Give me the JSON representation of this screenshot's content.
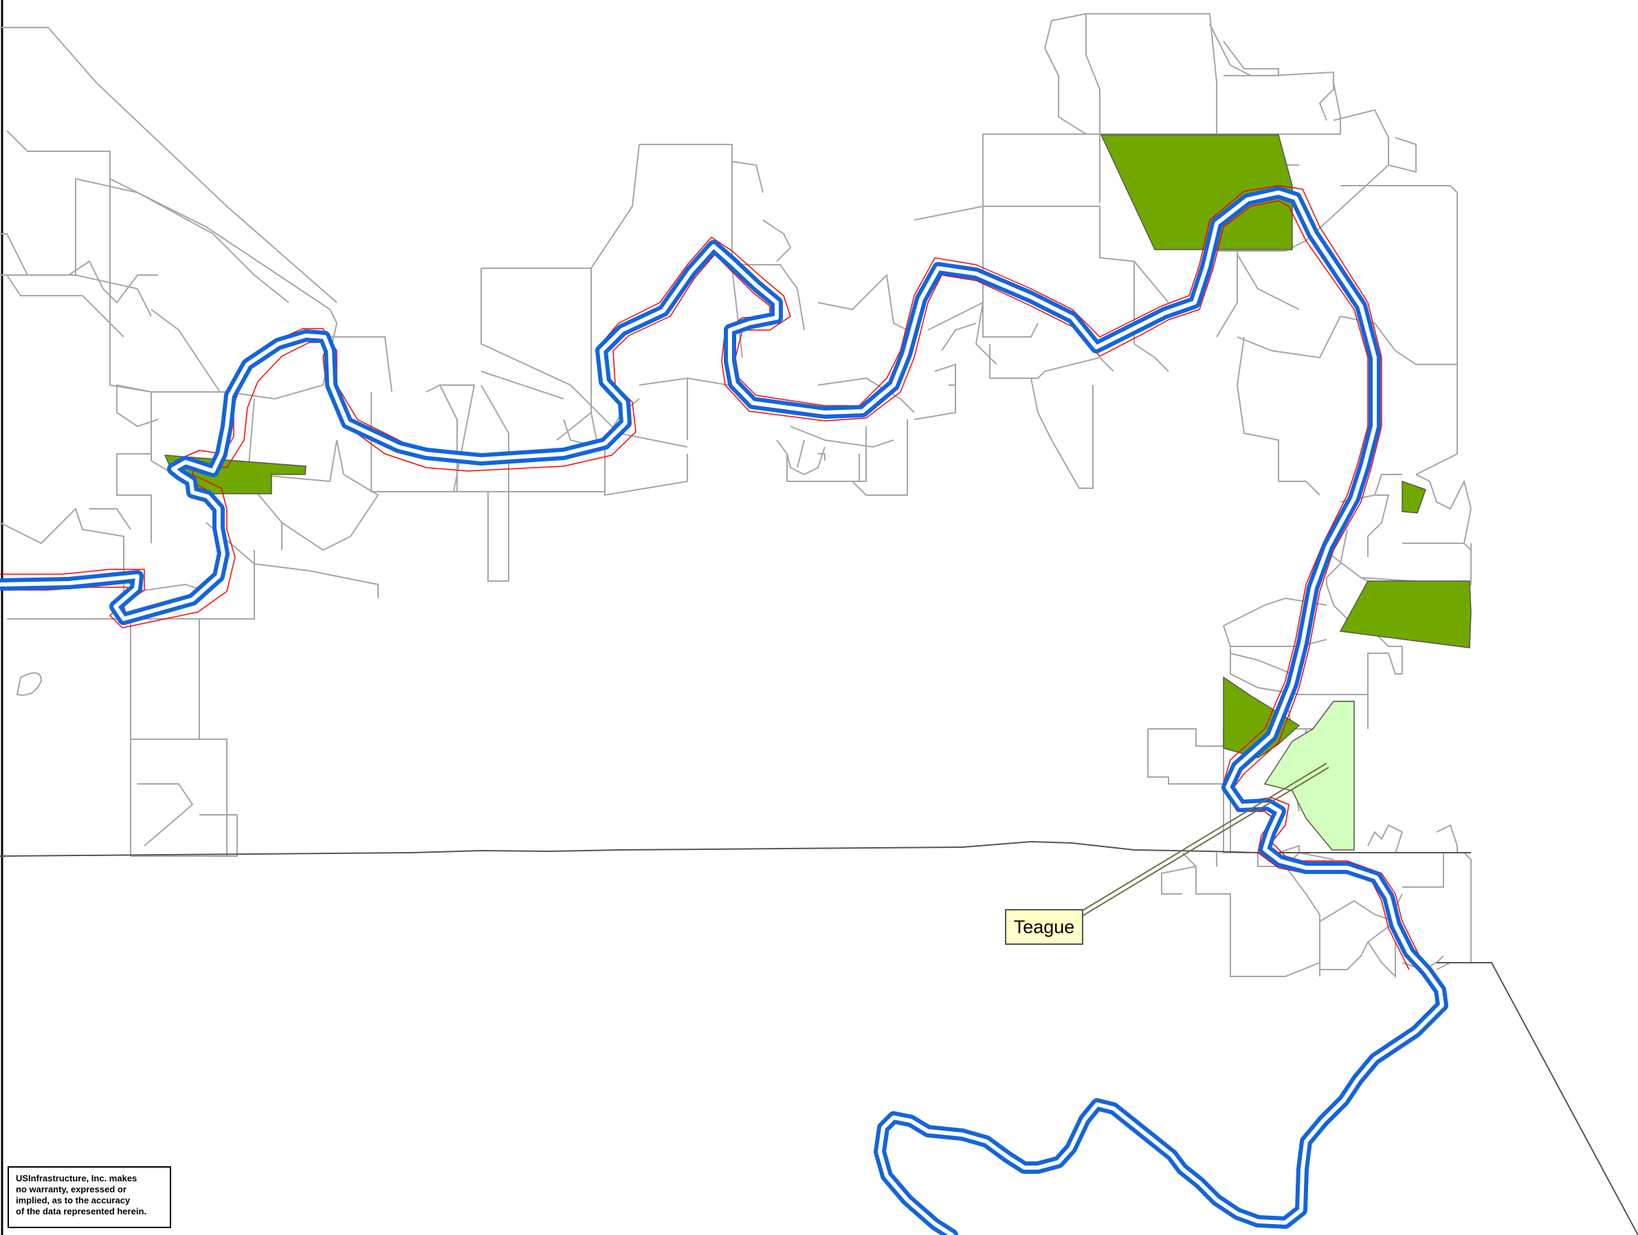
{
  "map": {
    "colors": {
      "parcel_outline": "#a6a6a6",
      "parcel_highlight": "#70a800",
      "parcel_selected": "#d3ffbe",
      "river": "#1464dc",
      "buffer": "#ff0000",
      "county_line": "#555555",
      "callout_fill": "#ffffc8"
    },
    "callout": {
      "label": "Teague"
    },
    "disclaimer": {
      "line1": "USInfrastructure, Inc. makes",
      "line2": "no warranty, expressed or",
      "line3": "implied, as to the accuracy",
      "line4": "of the data represented herein."
    }
  }
}
